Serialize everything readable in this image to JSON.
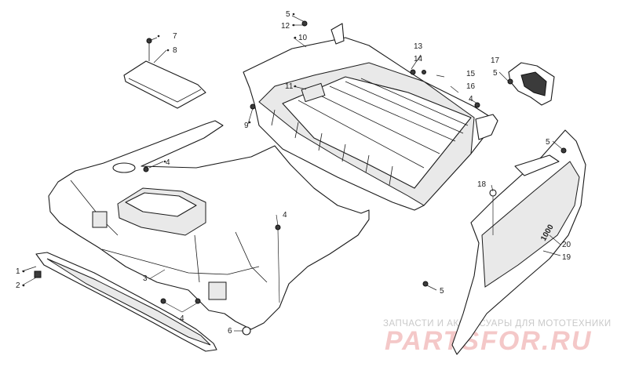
{
  "callouts": [
    {
      "id": "1",
      "label": "1"
    },
    {
      "id": "2",
      "label": "2"
    },
    {
      "id": "3",
      "label": "3"
    },
    {
      "id": "4a",
      "label": "4"
    },
    {
      "id": "4b",
      "label": "4"
    },
    {
      "id": "4c",
      "label": "4"
    },
    {
      "id": "4d",
      "label": "4"
    },
    {
      "id": "5a",
      "label": "5"
    },
    {
      "id": "5b",
      "label": "5"
    },
    {
      "id": "5c",
      "label": "5"
    },
    {
      "id": "5d",
      "label": "5"
    },
    {
      "id": "6",
      "label": "6"
    },
    {
      "id": "7",
      "label": "7"
    },
    {
      "id": "8",
      "label": "8"
    },
    {
      "id": "9",
      "label": "9"
    },
    {
      "id": "10",
      "label": "10"
    },
    {
      "id": "11",
      "label": "11"
    },
    {
      "id": "12",
      "label": "12"
    },
    {
      "id": "13",
      "label": "13"
    },
    {
      "id": "14",
      "label": "14"
    },
    {
      "id": "15",
      "label": "15"
    },
    {
      "id": "16",
      "label": "16"
    },
    {
      "id": "17",
      "label": "17"
    },
    {
      "id": "18",
      "label": "18"
    },
    {
      "id": "19",
      "label": "19"
    },
    {
      "id": "20",
      "label": "20"
    }
  ],
  "side_panel_logo": "1000",
  "watermark": {
    "caption": "ЗАПЧАСТИ И АКСЕССУАРЫ ДЛЯ МОТОТЕХНИКИ",
    "brand": "PARTSFOR.RU"
  }
}
